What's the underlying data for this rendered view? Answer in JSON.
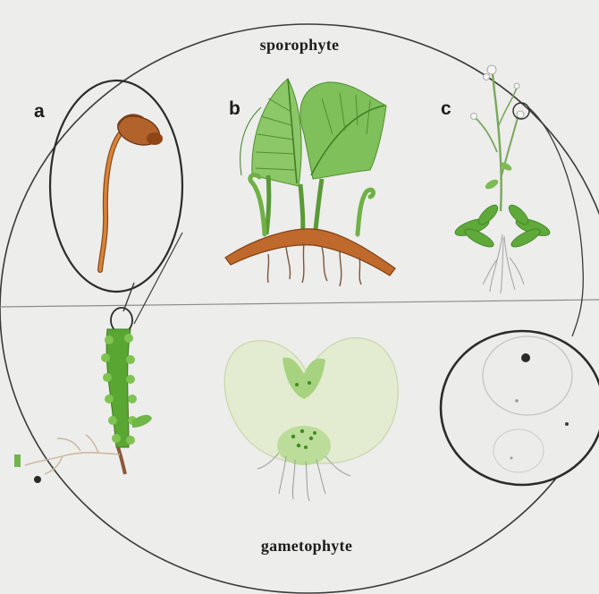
{
  "diagram": {
    "top_label": "sporophyte",
    "bottom_label": "gametophyte",
    "panel_labels": [
      "a",
      "b",
      "c"
    ]
  },
  "colors": {
    "background": "#ededec",
    "outline": "#2b2b2b",
    "leaf_green": "#6db33f",
    "moss_green": "#5aa632",
    "stalk_orange": "#c8742a",
    "rhizome_brown": "#b4622d",
    "thallus_pale": "#e3ecd0"
  }
}
